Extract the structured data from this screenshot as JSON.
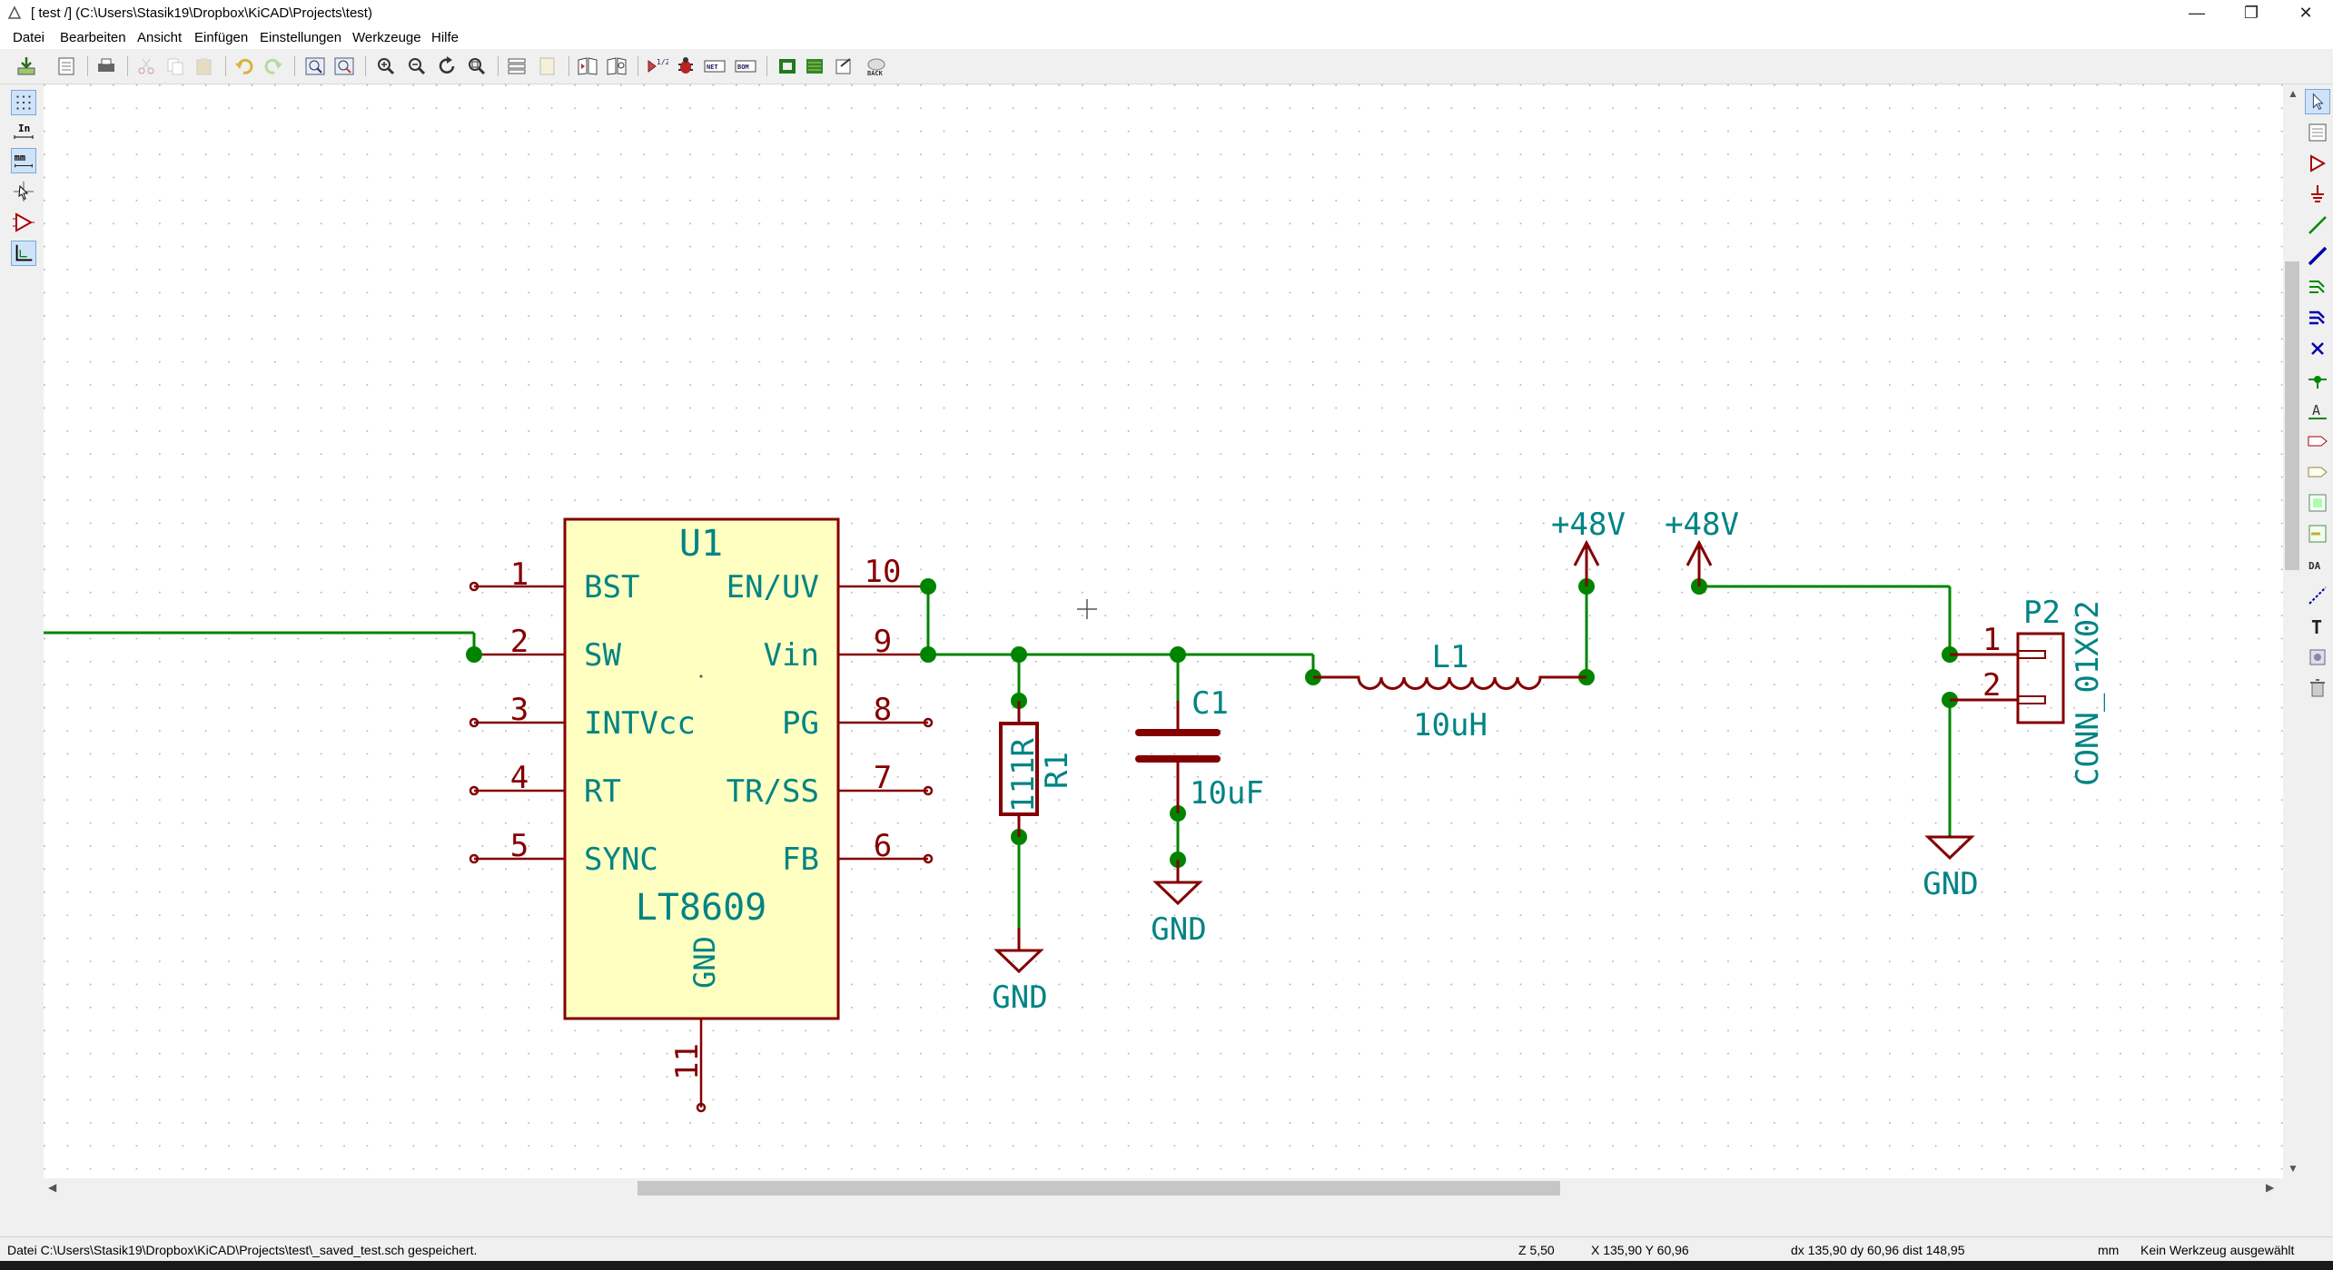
{
  "window": {
    "title": "[ test /] (C:\\Users\\Stasik19\\Dropbox\\KiCAD\\Projects\\test)",
    "minimize": "—",
    "restore": "❐",
    "close": "✕"
  },
  "menu": [
    "Datei",
    "Bearbeiten",
    "Ansicht",
    "Einfügen",
    "Einstellungen",
    "Werkzeuge",
    "Hilfe"
  ],
  "toolbar_icons": [
    "new-schematic-icon",
    "open-icon",
    "print-icon",
    "cut-icon",
    "copy-icon",
    "paste-icon",
    "undo-icon",
    "redo-icon",
    "find-icon",
    "find-replace-icon",
    "zoom-in-icon",
    "zoom-out-icon",
    "zoom-redraw-icon",
    "zoom-fit-icon",
    "hierarchy-navigator-icon",
    "leave-sheet-icon",
    "library-editor-icon",
    "library-browser-icon",
    "annotate-icon",
    "erc-icon",
    "netlist-icon",
    "bom-icon",
    "cvpcb-icon",
    "pcbnew-icon",
    "import-footprint-icon",
    "back-annotate-icon"
  ],
  "toolbar_text": {
    "netlist": "NET",
    "bom": "BOM",
    "back": "BACK",
    "annotate": "1/2"
  },
  "left_toolbar": {
    "grid_icon": "grid-icon",
    "inch_label": "In",
    "mm_label": "mm",
    "cursor_icon": "full-cursor-icon",
    "hidden_pins_icon": "hidden-pins-icon",
    "orthogonal_icon": "orthogonal-wires-icon"
  },
  "right_toolbar": [
    "select-arrow-icon",
    "hierarchy-navigate-icon",
    "add-component-icon",
    "add-power-icon",
    "add-wire-icon",
    "add-bus-icon",
    "wire-bus-entry-icon",
    "bus-bus-entry-icon",
    "no-connect-icon",
    "add-junction-icon",
    "add-label-icon",
    "add-global-label-icon",
    "add-hier-label-icon",
    "add-sheet-icon",
    "import-sheet-pin-icon",
    "add-sheet-pin-icon",
    "add-graphic-line-icon",
    "add-text-icon",
    "add-image-icon",
    "delete-icon"
  ],
  "right_toolbar_text": {
    "text_tool": "T",
    "label_tool": "A"
  },
  "schematic": {
    "u1": {
      "ref": "U1",
      "value": "LT8609",
      "gnd_pin_name": "GND",
      "gnd_pin_num": "11",
      "left_pins": [
        {
          "num": "1",
          "name": "BST"
        },
        {
          "num": "2",
          "name": "SW"
        },
        {
          "num": "3",
          "name": "INTVcc"
        },
        {
          "num": "4",
          "name": "RT"
        },
        {
          "num": "5",
          "name": "SYNC"
        }
      ],
      "right_pins": [
        {
          "num": "10",
          "name": "EN/UV"
        },
        {
          "num": "9",
          "name": "Vin"
        },
        {
          "num": "8",
          "name": "PG"
        },
        {
          "num": "7",
          "name": "TR/SS"
        },
        {
          "num": "6",
          "name": "FB"
        }
      ]
    },
    "r1": {
      "ref": "R1",
      "value": "111R"
    },
    "c1": {
      "ref": "C1",
      "value": "10uF"
    },
    "l1": {
      "ref": "L1",
      "value": "10uH"
    },
    "p2": {
      "ref": "P2",
      "value": "CONN_01X02",
      "pin1": "1",
      "pin2": "2"
    },
    "power_48v_a": "+48V",
    "power_48v_b": "+48V",
    "gnd_r1": "GND",
    "gnd_c1": "GND",
    "gnd_p2": "GND",
    "colors": {
      "wire": "#008400",
      "symbol": "#840000",
      "field": "#008484",
      "body": "#ffffc2"
    }
  },
  "status": {
    "message": "Datei C:\\Users\\Stasik19\\Dropbox\\KiCAD\\Projects\\test\\_saved_test.sch gespeichert.",
    "zoom": "Z 5,50",
    "coords": "X 135,90  Y 60,96",
    "delta": "dx 135,90  dy 60,96  dist 148,95",
    "units": "mm",
    "tool": "Kein Werkzeug ausgewählt"
  }
}
